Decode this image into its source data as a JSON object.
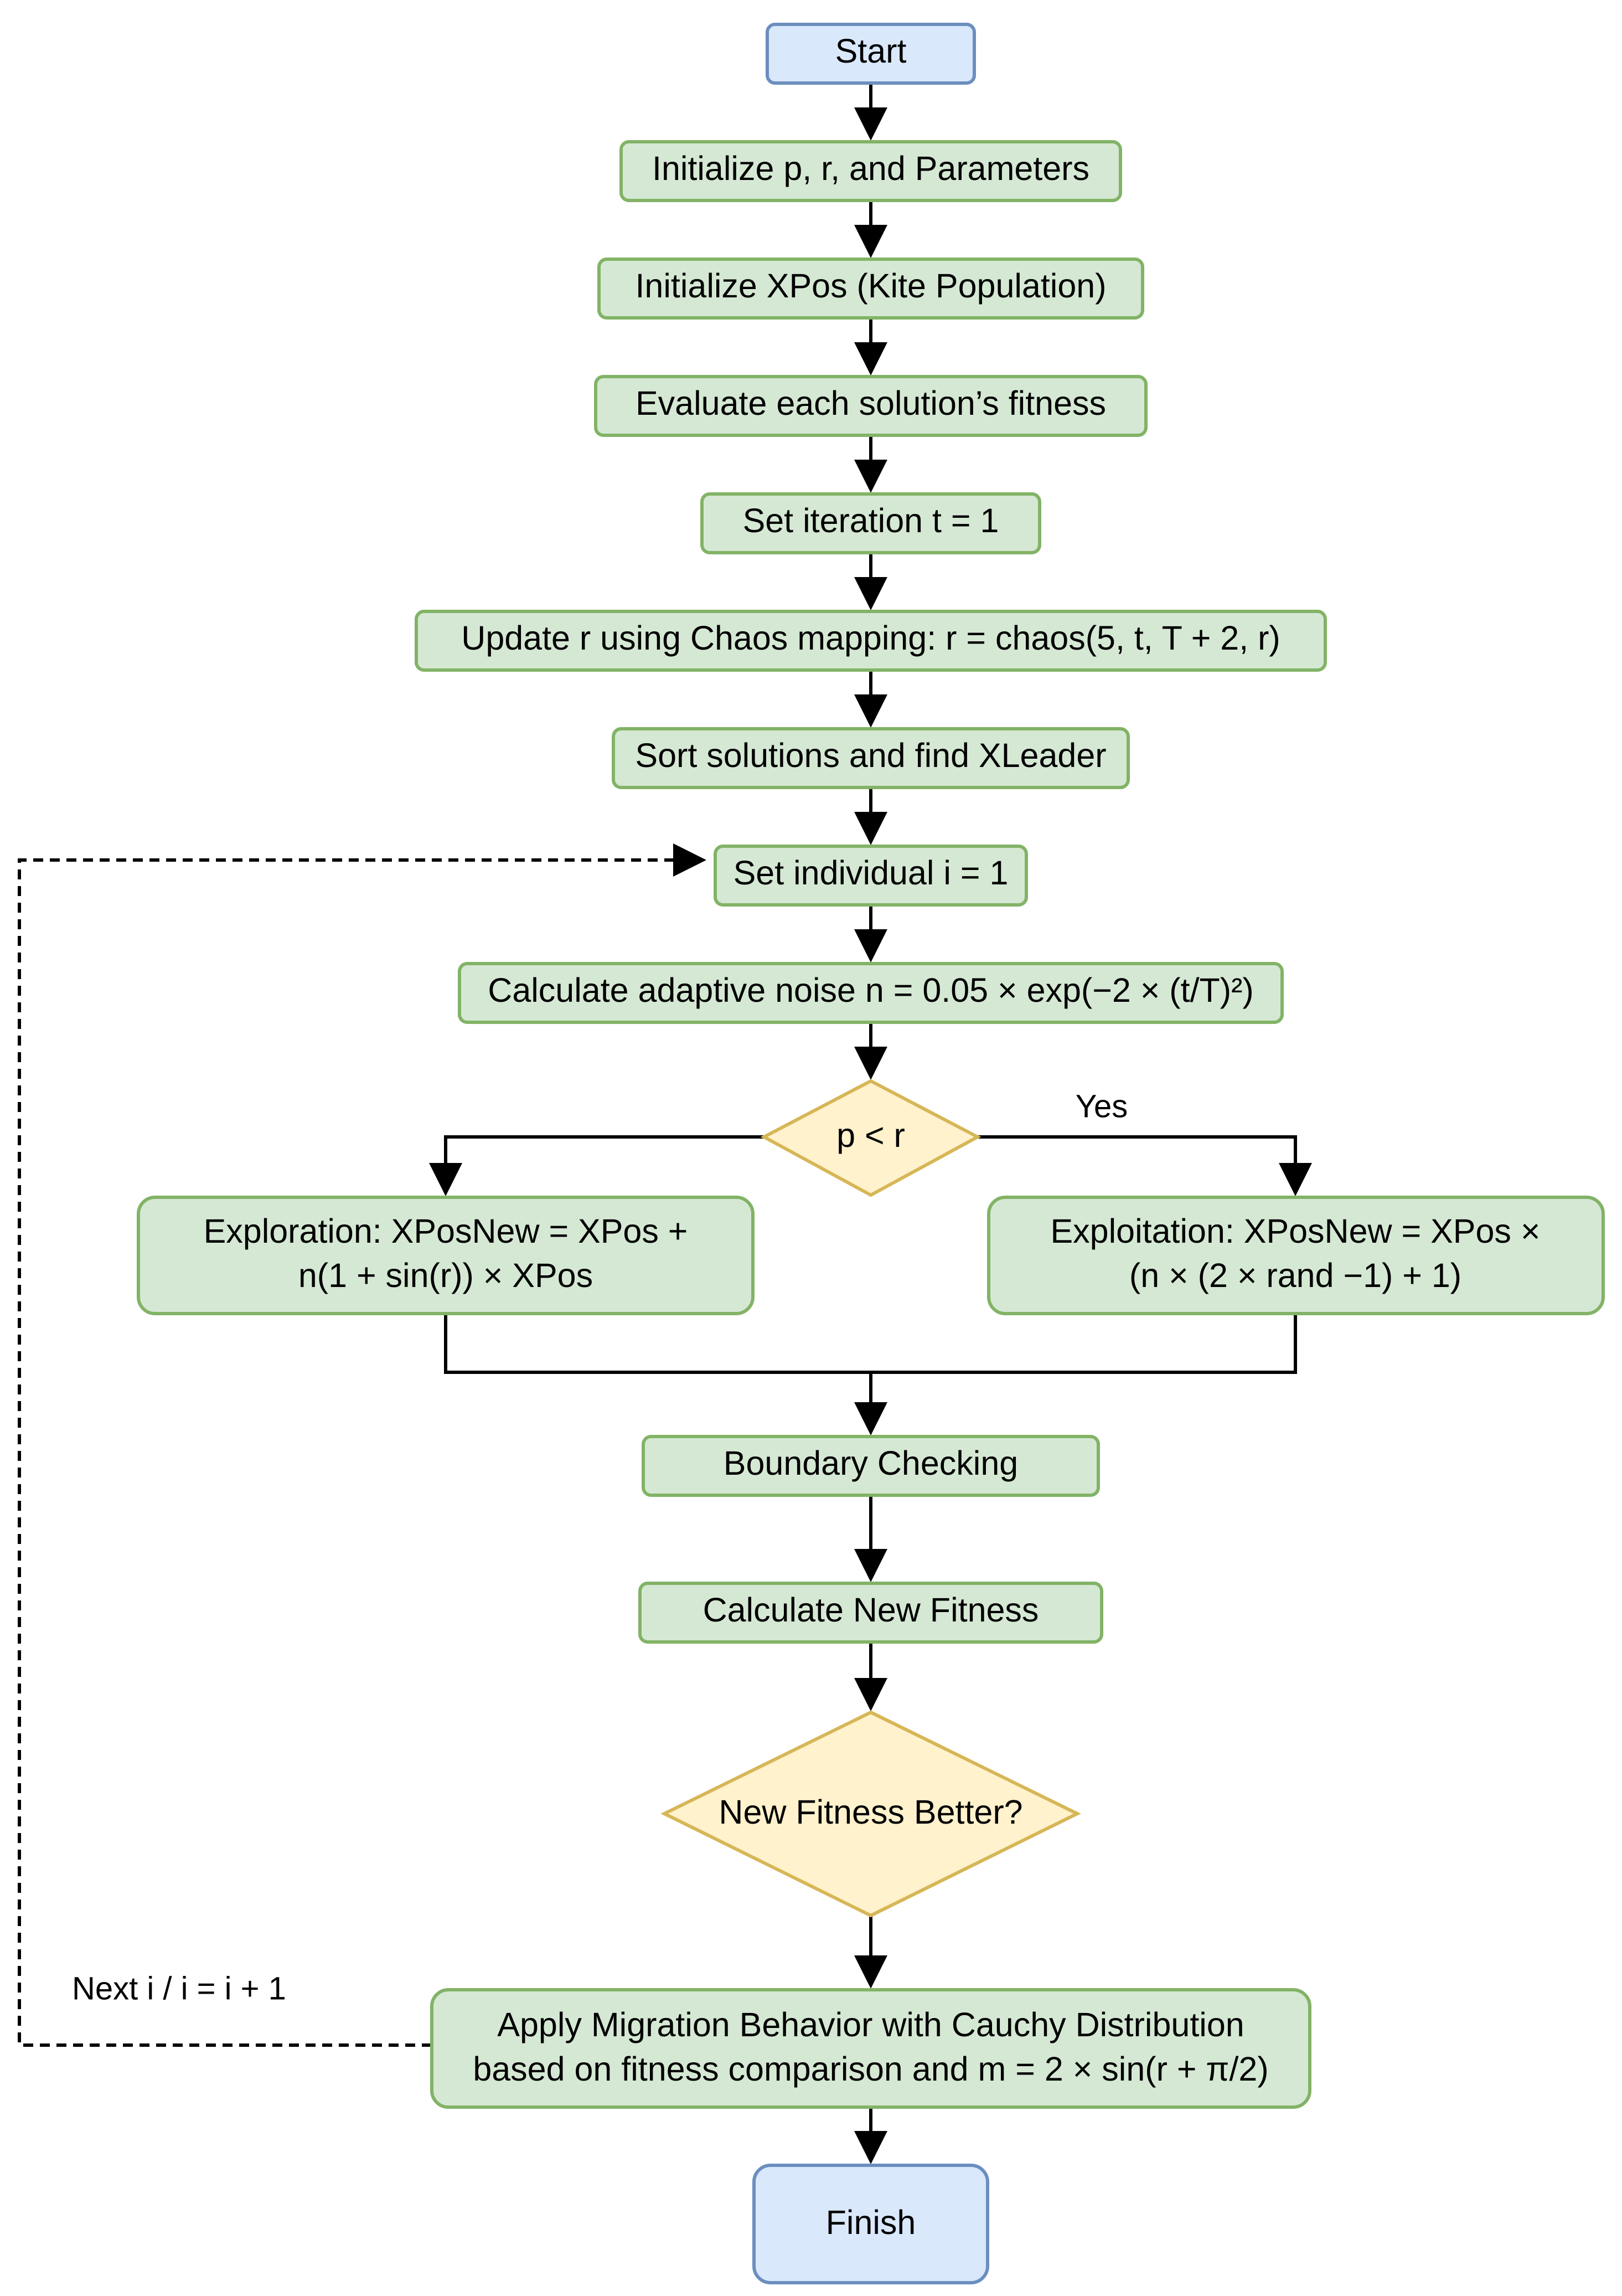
{
  "colors": {
    "terminal_fill": "#dae8fc",
    "terminal_stroke": "#6c8ebf",
    "process_fill": "#d5e8d4",
    "process_stroke": "#82b366",
    "decision_fill": "#fff2cc",
    "decision_stroke": "#d6b656",
    "edge": "#000000"
  },
  "nodes": {
    "start": "Start",
    "init_params": "Initialize p, r, and Parameters",
    "init_xpos": "Initialize XPos (Kite Population)",
    "evaluate": "Evaluate each solution’s fitness",
    "set_iteration": "Set iteration t = 1",
    "update_r": "Update r using Chaos mapping: r = chaos(5, t, T + 2, r)",
    "sort": "Sort solutions and find XLeader",
    "set_individual": "Set individual i = 1",
    "noise": "Calculate adaptive noise n = 0.05 × exp(−2 × (t/T)²)",
    "decision_pr": "p < r",
    "exploration": [
      "Exploration: XPosNew = XPos +",
      "n(1 + sin(r)) × XPos"
    ],
    "exploitation": [
      "Exploitation: XPosNew = XPos ×",
      "(n × (2 × rand −1) + 1)"
    ],
    "boundary": "Boundary Checking",
    "new_fitness": "Calculate New Fitness",
    "decision_fitness": "New Fitness Better?",
    "migration": [
      "Apply Migration Behavior with Cauchy Distribution",
      "based on fitness comparison and m = 2 × sin(r + π/2)"
    ],
    "finish": "Finish"
  },
  "edge_labels": {
    "yes": "Yes",
    "loop": "Next i / i = i + 1"
  }
}
